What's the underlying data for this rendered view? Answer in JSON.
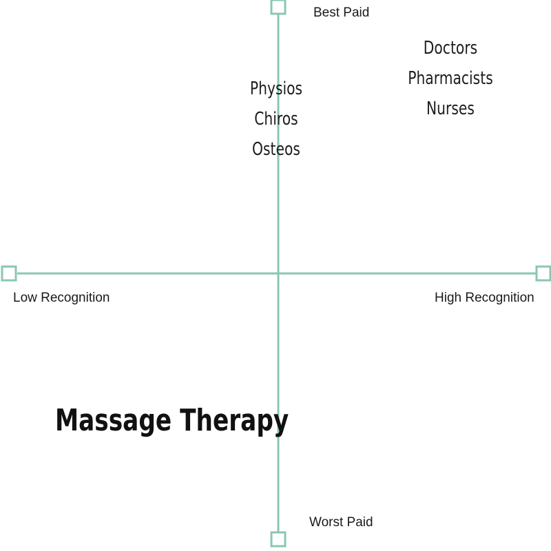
{
  "diagram": {
    "axis_color": "#8ac7b3",
    "axes": {
      "top_label": "Best Paid",
      "bottom_label": "Worst Paid",
      "left_label": "Low Recognition",
      "right_label": "High Recognition"
    },
    "groups": {
      "top_center": [
        "Physios",
        "Chiros",
        "Osteos"
      ],
      "top_right": [
        "Doctors",
        "Pharmacists",
        "Nurses"
      ]
    },
    "highlight": "Massage Therapy"
  }
}
